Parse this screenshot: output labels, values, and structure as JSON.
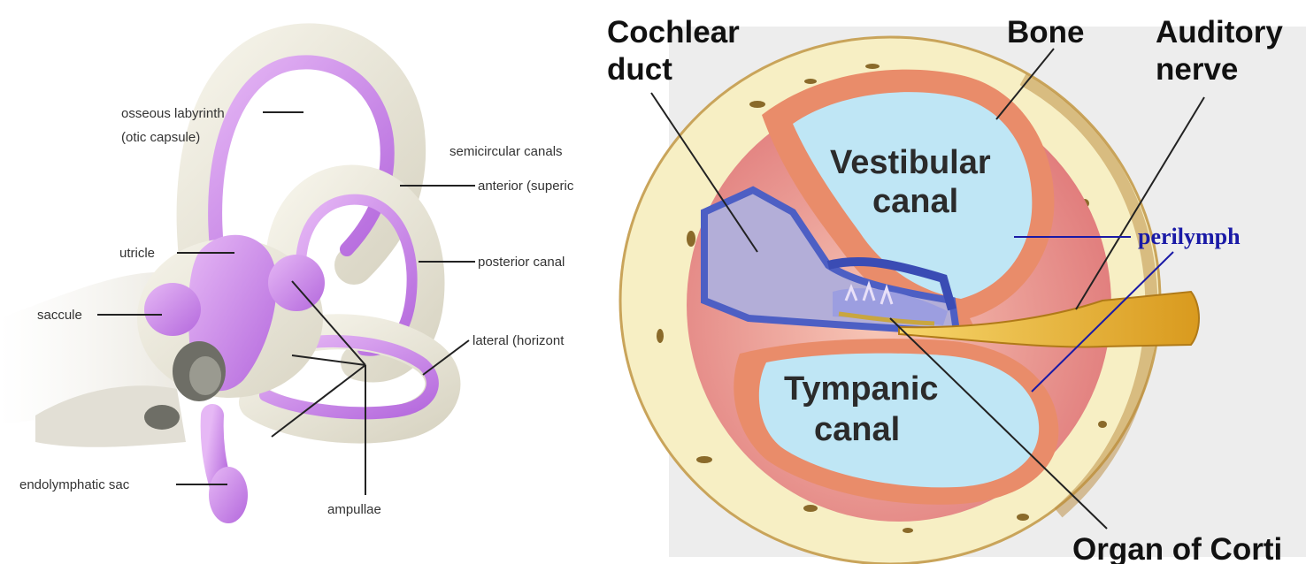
{
  "left": {
    "labels": {
      "osseous_line1": "osseous labyrinth",
      "osseous_line2": "(otic capsule)",
      "semicircular": "semicircular canals",
      "anterior": "anterior (superic",
      "utricle": "utricle",
      "posterior": "posterior canal",
      "saccule": "saccule",
      "lateral": "lateral (horizont",
      "endolymphatic": "endolymphatic sac",
      "ampullae": "ampullae"
    }
  },
  "right": {
    "labels": {
      "cochlear_line1": "Cochlear",
      "cochlear_line2": "duct",
      "bone": "Bone",
      "auditory_line1": "Auditory",
      "auditory_line2": "nerve",
      "vestibular_line1": "Vestibular",
      "vestibular_line2": "canal",
      "perilymph": "perilymph",
      "tympanic_line1": "Tympanic",
      "tympanic_line2": "canal",
      "organ": "Organ of Corti"
    }
  },
  "colors": {
    "labyrinth_purple": "#c67de6",
    "bone_cream": "#f7efc4",
    "canal_blue": "#bfe6f5",
    "tissue_pink": "#e98c8c",
    "duct_blue": "#4d5fc4",
    "nerve_gold": "#e9b430",
    "perilymph_blue": "#1a1aa6"
  }
}
